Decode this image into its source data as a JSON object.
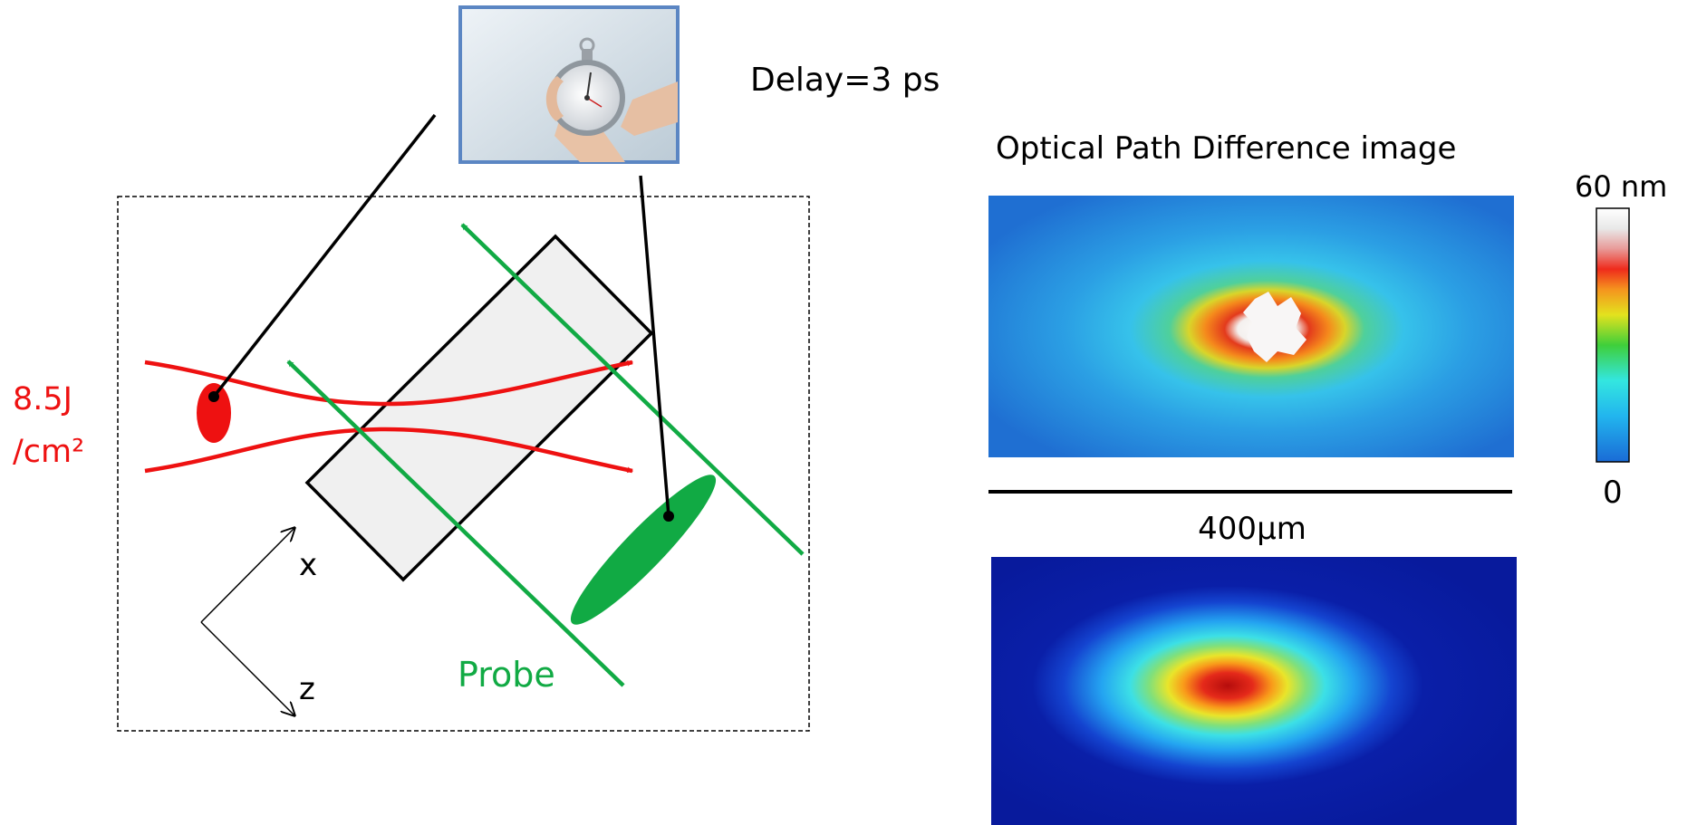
{
  "labels": {
    "delay": "Delay=3 ps",
    "fluence_line1": "8.5J",
    "fluence_line2": "/cm²",
    "probe": "Probe",
    "axis_x": "x",
    "axis_z": "z",
    "opd_title": "Optical Path Difference image",
    "scale_bar": "400µm",
    "colorbar_max": "60 nm",
    "colorbar_min": "0"
  },
  "icons": {
    "stopwatch": "stopwatch-photo-icon"
  },
  "colors": {
    "pump": "#ee1111",
    "probe": "#11aa44",
    "sample_fill": "#f0f0f0",
    "box_frame": "#000000",
    "photo_border": "#5b86c3"
  }
}
